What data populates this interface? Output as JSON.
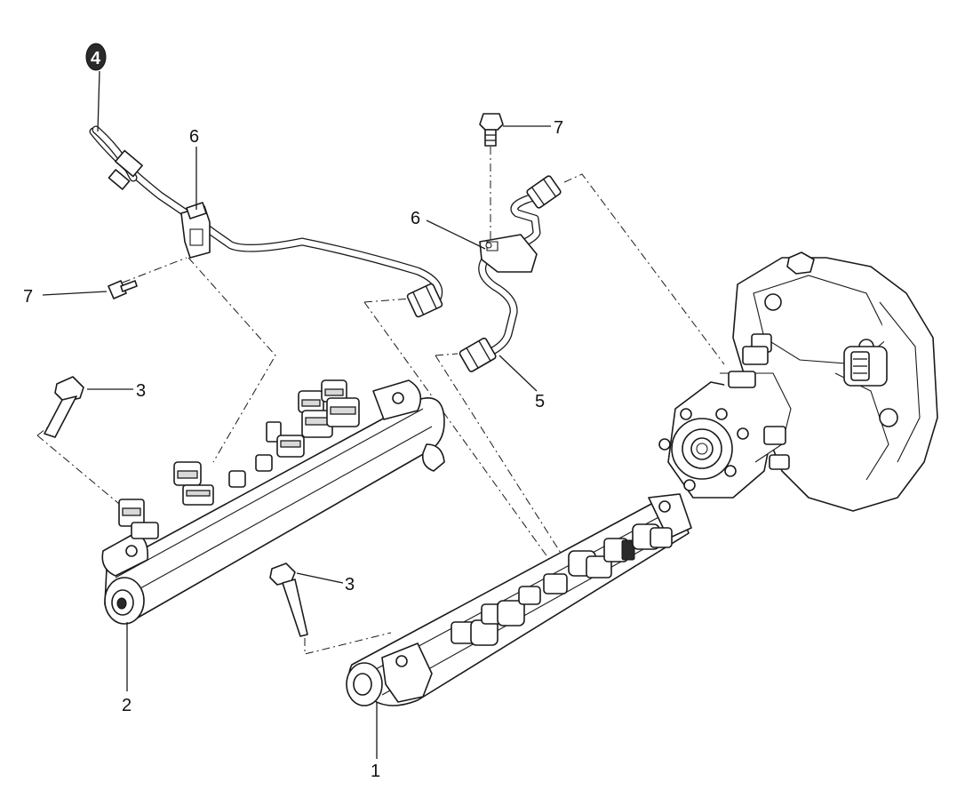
{
  "callouts": {
    "c1": "1",
    "c2": "2",
    "c3a": "3",
    "c3b": "3",
    "c4": "4",
    "c5": "5",
    "c6a": "6",
    "c6b": "6",
    "c7a": "7",
    "c7b": "7"
  }
}
